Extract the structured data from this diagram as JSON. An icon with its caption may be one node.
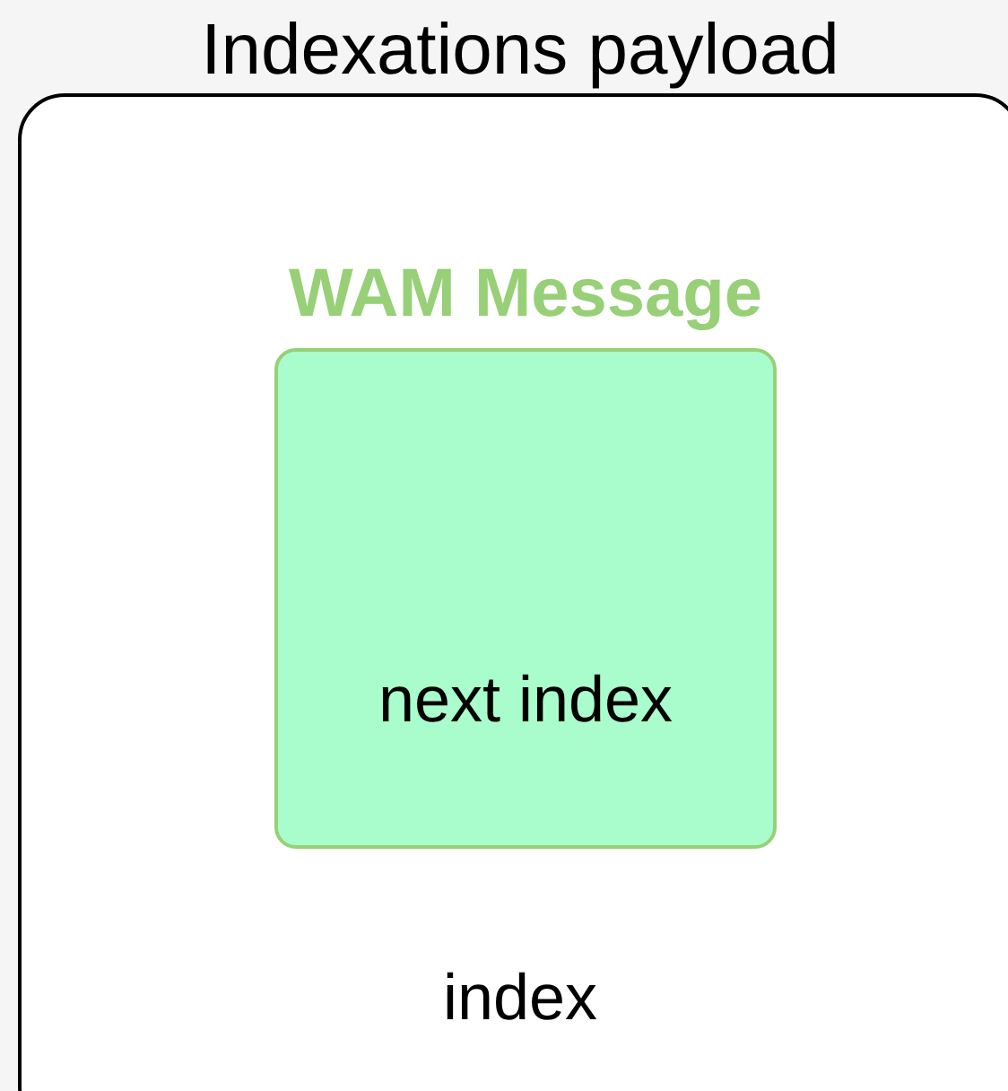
{
  "diagram": {
    "nodes": [
      {
        "text": [
          "Indexations payload",
          "index"
        ]
      },
      {
        "text": [
          "WAM Message",
          "next index"
        ],
        "in": 0
      }
    ],
    "edges": []
  }
}
